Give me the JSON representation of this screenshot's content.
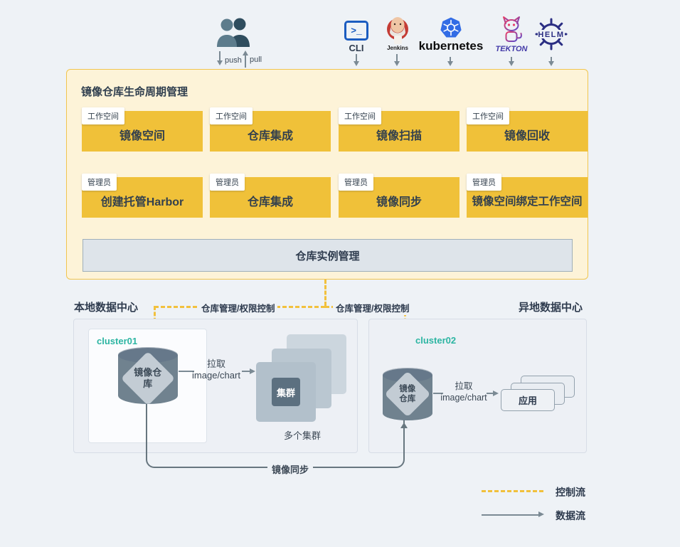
{
  "colors": {
    "page_bg": "#eef2f6",
    "panel_bg": "#fdf3d8",
    "panel_border": "#f1c54f",
    "gold_box": "#f0c139",
    "control_flow_yellow": "#f2c13d",
    "data_flow_gray": "#7b8a94",
    "slate_cylinder": "#70828f",
    "teal_cluster": "#2cb5a2",
    "text_dark": "#2e3b4e",
    "kubernetes_blue": "#326ce5",
    "cli_blue": "#1b5cc0",
    "jenkins_red": "#c43c35",
    "helm_navy": "#2b2e83"
  },
  "actors": {
    "users_push": "push",
    "users_pull": "pull",
    "cli_glyph": ">_",
    "cli": "CLI",
    "jenkins": "Jenkins",
    "kubernetes": "kubernetes",
    "tekton": "TEKTON",
    "helm": "HELM"
  },
  "panel": {
    "title": "镜像仓库生命周期管理",
    "workspace_row": [
      {
        "tag": "工作空间",
        "label": "镜像空间"
      },
      {
        "tag": "工作空间",
        "label": "仓库集成"
      },
      {
        "tag": "工作空间",
        "label": "镜像扫描"
      },
      {
        "tag": "工作空间",
        "label": "镜像回收"
      }
    ],
    "admin_row": [
      {
        "tag": "管理员",
        "label": "创建托管Harbor"
      },
      {
        "tag": "管理员",
        "label": "仓库集成"
      },
      {
        "tag": "管理员",
        "label": "镜像同步"
      },
      {
        "tag": "管理员",
        "label": "镜像空间绑定工作空间"
      }
    ],
    "instance_bar": "仓库实例管理"
  },
  "control": {
    "left_label": "仓库管理/权限控制",
    "right_label": "仓库管理/权限控制"
  },
  "local_dc": {
    "title": "本地数据中心",
    "cluster_name": "cluster01",
    "registry": "镜像仓库",
    "pull_action": "拉取",
    "pull_object": "image/chart",
    "cluster_label": "集群",
    "caption": "多个集群"
  },
  "remote_dc": {
    "title": "异地数据中心",
    "cluster_name": "cluster02",
    "registry": "镜像仓库",
    "pull_action": "拉取",
    "pull_object": "image/chart",
    "app_label": "应用"
  },
  "sync_label": "镜像同步",
  "legend": {
    "control_flow": "控制流",
    "data_flow": "数据流"
  }
}
